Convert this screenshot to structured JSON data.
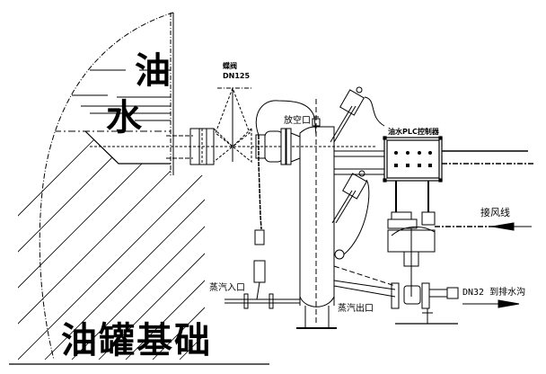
{
  "labels": {
    "oil": "油",
    "water": "水",
    "tank_foundation": "油罐基础",
    "valve_name": "蝶阀",
    "valve_size": "DN125",
    "vent": "放空口",
    "steam_in": "蒸汽入口",
    "steam_out": "蒸汽出口",
    "plc": "油水PLC控制器",
    "wind_line": "接风线",
    "drain": "DN32 到排水沟"
  },
  "colors": {
    "line": "#000000",
    "background": "#ffffff"
  }
}
